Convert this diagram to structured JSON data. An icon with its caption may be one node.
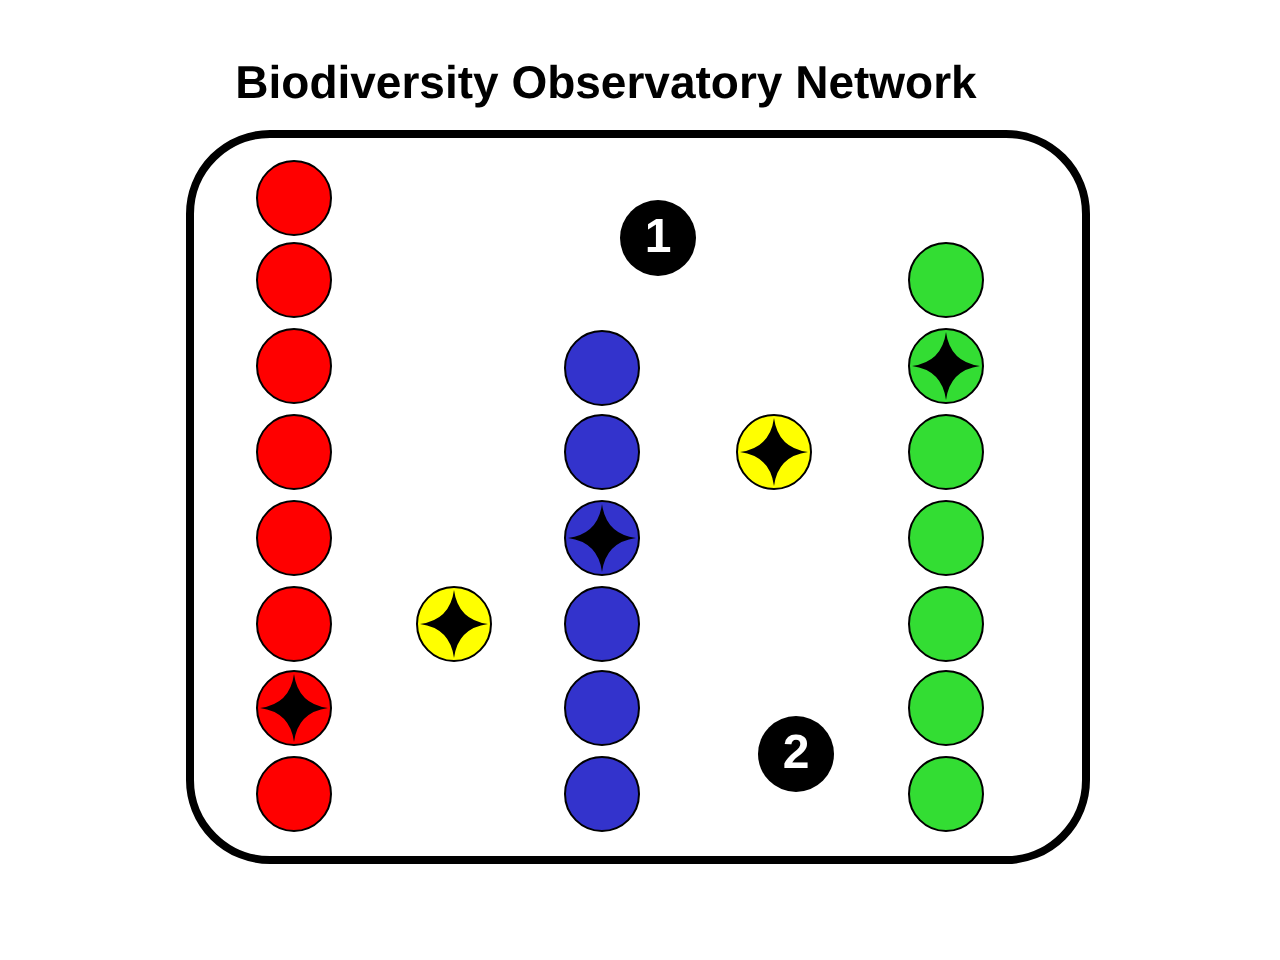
{
  "diagram": {
    "title": "Biodiversity Observatory Network",
    "nodes": [
      {
        "text": [],
        "shape": "box"
      },
      {
        "text": [
          "1"
        ],
        "in": 0
      },
      {
        "text": [
          "2"
        ],
        "in": 0
      },
      {
        "text": [],
        "shape": "circle",
        "in": 0
      },
      {
        "text": [],
        "shape": "circle",
        "in": 0
      },
      {
        "text": [],
        "shape": "circle",
        "in": 0
      },
      {
        "text": [],
        "shape": "circle",
        "in": 0
      },
      {
        "text": [],
        "shape": "circle",
        "in": 0
      },
      {
        "text": [],
        "shape": "circle",
        "in": 0
      },
      {
        "text": [],
        "shape": "circle",
        "in": 0
      },
      {
        "text": [],
        "shape": "circle",
        "in": 0
      },
      {
        "text": [],
        "shape": "circle",
        "in": 0
      },
      {
        "text": [],
        "shape": "circle",
        "in": 0
      },
      {
        "text": [],
        "shape": "circle",
        "in": 0
      },
      {
        "text": [],
        "shape": "circle",
        "in": 0
      },
      {
        "text": [],
        "shape": "circle",
        "in": 0
      },
      {
        "text": [],
        "shape": "circle",
        "in": 0
      },
      {
        "text": [],
        "shape": "circle",
        "in": 0
      },
      {
        "text": [],
        "shape": "circle",
        "in": 0
      },
      {
        "text": [],
        "shape": "circle",
        "in": 0
      },
      {
        "text": [],
        "shape": "circle",
        "in": 0
      },
      {
        "text": [],
        "shape": "circle",
        "in": 0
      },
      {
        "text": [],
        "shape": "circle",
        "in": 0
      },
      {
        "text": [],
        "shape": "circle",
        "in": 0
      },
      {
        "text": [],
        "shape": "circle",
        "in": 0
      },
      {
        "text": [],
        "shape": "circle",
        "in": 0
      }
    ]
  }
}
